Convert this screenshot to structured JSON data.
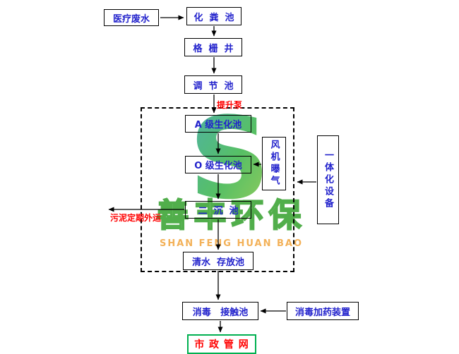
{
  "diagram": {
    "nodes": {
      "medical_wastewater": "医疗废水",
      "septic_tank": "化  粪  池",
      "grid_well": "格  栅  井",
      "regulating_tank": "调  节  池",
      "a_biochemical_tank": "A 级生化池",
      "o_biochemical_tank": "O 级生化池",
      "fan_aeration": "风机曝气",
      "integrated_equipment": "一体化设备",
      "secondary_sedimentation_tank": "二  沉  池",
      "clear_water_storage_tank": "清水  存放池",
      "disinfection_contact_tank": "消毒   接触池",
      "disinfection_dosing_device": "消毒加药装置",
      "municipal_pipe_network": "市 政 管 网"
    },
    "labels": {
      "lift_pump": "提升泵",
      "sludge_removal": "污泥定期外运"
    }
  },
  "watermark": {
    "logo_letter": "S",
    "brand_cn": "善丰环保",
    "brand_en": "SHAN FENG HUAN BAO"
  },
  "colors": {
    "node_text_blue": "#2222cc",
    "node_border": "#000000",
    "alert_red": "#ff0000",
    "municipal_green": "#00b050",
    "logo_teal": "#2fa3a0",
    "logo_green": "#3ab54a",
    "brand_outline_green": "#33a02c",
    "brand_en_orange": "#f1a43c"
  }
}
